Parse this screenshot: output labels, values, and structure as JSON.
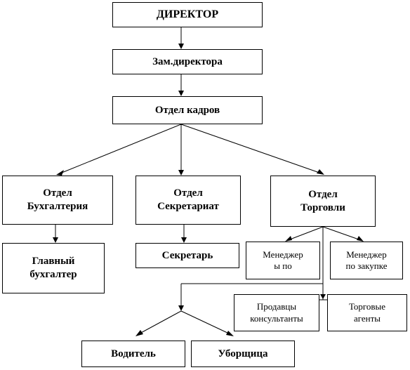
{
  "diagram": {
    "director": "ДИРЕКТОР",
    "deputy_director": "Зам.директора",
    "hr_department": "Отдел кадров",
    "accounting_department": "Отдел\nБухгалтерия",
    "secretariat_department": "Отдел\nСекретариат",
    "trade_department": "Отдел\nТорговли",
    "chief_accountant": "Главный\nбухгалтер",
    "secretary": "Секретарь",
    "manager_1": "Менеджер\nы по",
    "manager_purchasing": "Менеджер\nпо закупке",
    "sales_consultants": "Продавцы\nконсультанты",
    "trade_agents": "Торговые\nагенты",
    "driver": "Водитель",
    "cleaner": "Уборщица"
  }
}
